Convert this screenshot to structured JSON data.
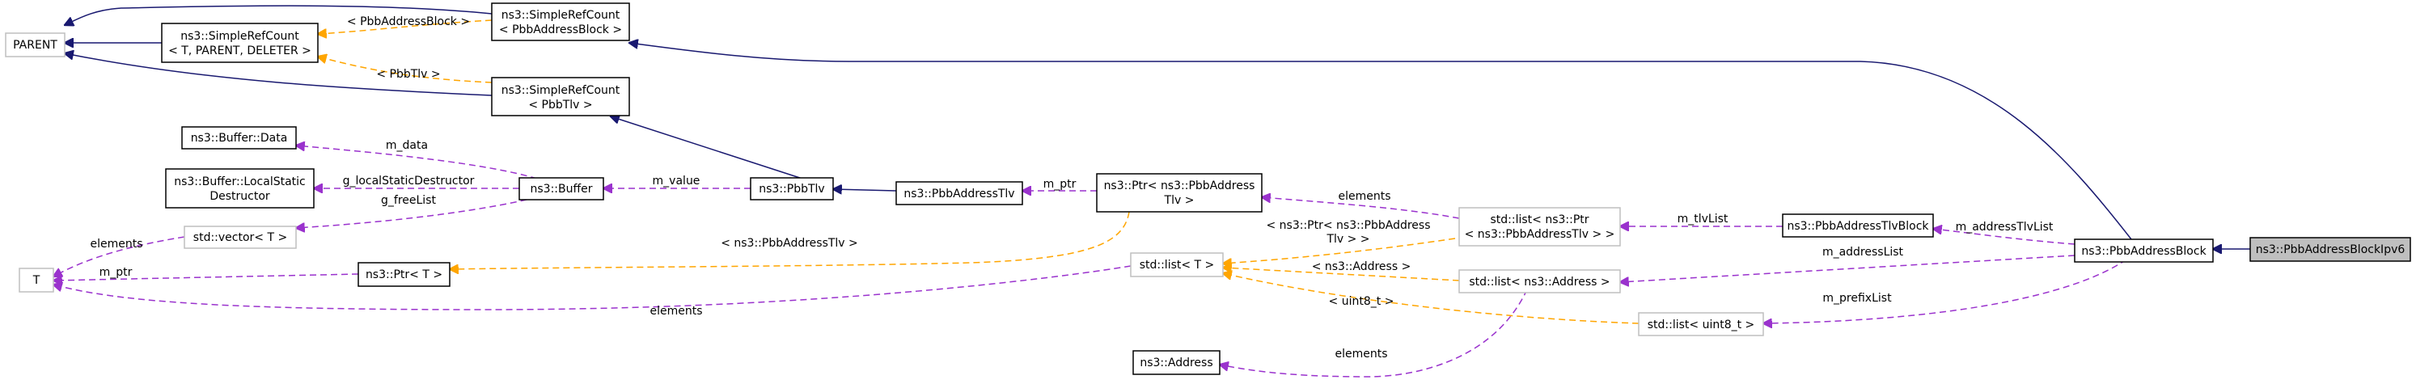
{
  "diagram": {
    "nodes": {
      "parent": [
        "PARENT"
      ],
      "simple_ref_count_generic": [
        "ns3::SimpleRefCount",
        "< T, PARENT, DELETER >"
      ],
      "simple_ref_count_pbb_address_block": [
        "ns3::SimpleRefCount",
        "< PbbAddressBlock >"
      ],
      "simple_ref_count_pbb_tlv": [
        "ns3::SimpleRefCount",
        "< PbbTlv >"
      ],
      "buffer_data": [
        "ns3::Buffer::Data"
      ],
      "buffer_local_static_destructor": [
        "ns3::Buffer::LocalStatic",
        "Destructor"
      ],
      "vector_t": [
        "std::vector< T >"
      ],
      "t": [
        "T"
      ],
      "ptr_t": [
        "ns3::Ptr< T >"
      ],
      "buffer": [
        "ns3::Buffer"
      ],
      "pbb_tlv": [
        "ns3::PbbTlv"
      ],
      "pbb_address_tlv": [
        "ns3::PbbAddressTlv"
      ],
      "ptr_pbb_address_tlv": [
        "ns3::Ptr< ns3::PbbAddress",
        "Tlv >"
      ],
      "list_ptr_pbb_address_tlv": [
        "std::list< ns3::Ptr",
        "< ns3::PbbAddressTlv > >"
      ],
      "pbb_address_tlv_block": [
        "ns3::PbbAddressTlvBlock"
      ],
      "pbb_address_block": [
        "ns3::PbbAddressBlock"
      ],
      "pbb_address_block_ipv6": [
        "ns3::PbbAddressBlockIpv6"
      ],
      "list_t": [
        "std::list< T >"
      ],
      "list_address": [
        "std::list< ns3::Address >"
      ],
      "list_uint8": [
        "std::list< uint8_t >"
      ],
      "address": [
        "ns3::Address"
      ]
    },
    "edge_labels": {
      "pbb_address_block": "< PbbAddressBlock >",
      "pbb_tlv": "< PbbTlv >",
      "m_data": "m_data",
      "local_static_destructor": "g_localStaticDestructor",
      "free_list": "g_freeList",
      "m_value": "m_value",
      "m_ptr_address_tlv": "m_ptr",
      "elements_tlv": "elements",
      "m_tlv_list": "m_tlvList",
      "m_address_tlv_list": "m_addressTlvList",
      "elements_t": "elements",
      "m_ptr_t": "m_ptr",
      "ptr_tmpl": "< ns3::PbbAddressTlv >",
      "ptr_list_tmpl": [
        "< ns3::Ptr< ns3::PbbAddress",
        "Tlv > >"
      ],
      "address_tmpl": "< ns3::Address >",
      "uint8_tmpl": "< uint8_t >",
      "elements_list": "elements",
      "m_address_list": "m_addressList",
      "m_prefix_list": "m_prefixList",
      "elements_address": "elements"
    },
    "colors": {
      "inheritance": "#191970",
      "usage": "#9a32cd",
      "template": "#ffa500",
      "node_border_documented": "#000000",
      "node_border_external": "#bfbfbf",
      "highlight_fill": "#bfbfbf"
    }
  }
}
